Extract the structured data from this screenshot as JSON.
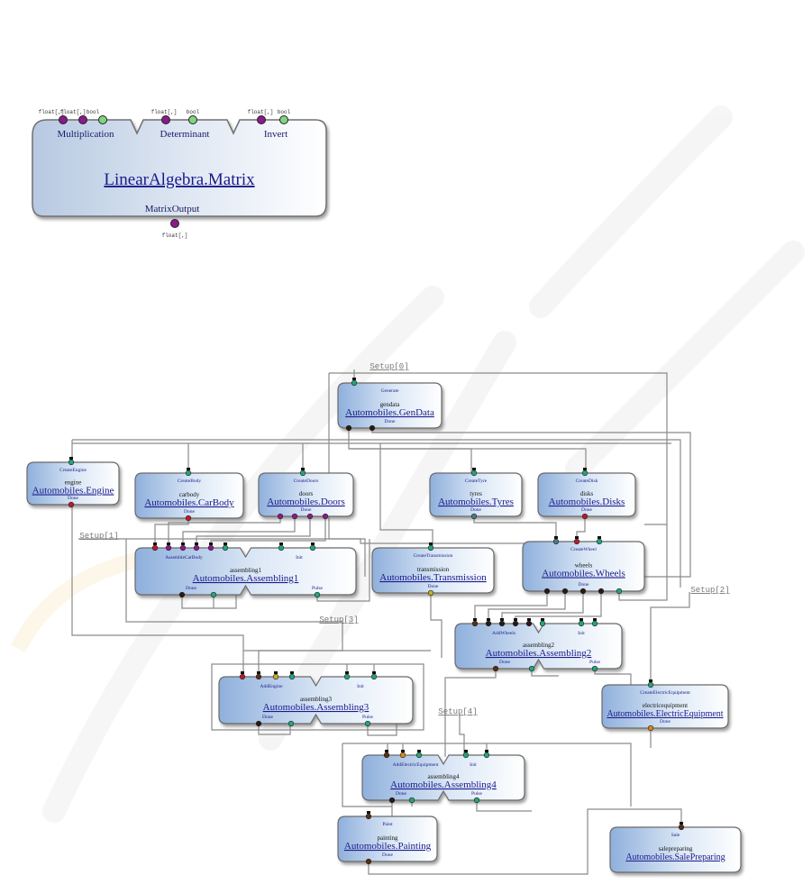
{
  "matrix_block": {
    "title": "LinearAlgebra.Matrix",
    "output_label": "MatrixOutput",
    "output_type": "float[,]",
    "sections": [
      {
        "label": "Multiplication",
        "ports": [
          {
            "type": "float[,]",
            "color": "#8b1a8b"
          },
          {
            "type": "float[,]",
            "color": "#8b1a8b"
          },
          {
            "type": "bool",
            "color": "#7fd67f"
          }
        ]
      },
      {
        "label": "Determinant",
        "ports": [
          {
            "type": "float[,]",
            "color": "#8b1a8b"
          },
          {
            "type": "bool",
            "color": "#7fd67f"
          }
        ]
      },
      {
        "label": "Invert",
        "ports": [
          {
            "type": "float[,]",
            "color": "#8b1a8b"
          },
          {
            "type": "bool",
            "color": "#7fd67f"
          }
        ]
      }
    ]
  },
  "setup_labels": [
    "Setup[0]",
    "Setup[1]",
    "Setup[2]",
    "Setup[3]",
    "Setup[4]"
  ],
  "nodes": [
    {
      "id": "gendata",
      "instance": "gendata",
      "type": "Automobiles.GenData",
      "input": "Generate",
      "output": "Done"
    },
    {
      "id": "engine",
      "instance": "engine",
      "type": "Automobiles.Engine",
      "input": "CreateEngine",
      "output": "Done"
    },
    {
      "id": "carbody",
      "instance": "carbody",
      "type": "Automobiles.CarBody",
      "input": "CreateBody",
      "output": "Done"
    },
    {
      "id": "doors",
      "instance": "doors",
      "type": "Automobiles.Doors",
      "input": "CreateDoors",
      "output": "Done"
    },
    {
      "id": "tyres",
      "instance": "tyres",
      "type": "Automobiles.Tyres",
      "input": "CreateTyre",
      "output": "Done"
    },
    {
      "id": "disks",
      "instance": "disks",
      "type": "Automobiles.Disks",
      "input": "CreateDisk",
      "output": "Done"
    },
    {
      "id": "assembling1",
      "instance": "assembling1",
      "type": "Automobiles.Assembling1",
      "input": "AssembleCarBody",
      "input2": "Init",
      "output": "Done",
      "output2": "Pulse"
    },
    {
      "id": "transmission",
      "instance": "transmission",
      "type": "Automobiles.Transmission",
      "input": "CreateTransmission",
      "output": "Done"
    },
    {
      "id": "wheels",
      "instance": "wheels",
      "type": "Automobiles.Wheels",
      "input": "CreateWheel",
      "output": "Done"
    },
    {
      "id": "assembling2",
      "instance": "assembling2",
      "type": "Automobiles.Assembling2",
      "input": "AddWheels",
      "input2": "Init",
      "output": "Done",
      "output2": "Pulse"
    },
    {
      "id": "assembling3",
      "instance": "assembling3",
      "type": "Automobiles.Assembling3",
      "input": "AddEngine",
      "input2": "Init",
      "output": "Done",
      "output2": "Pulse"
    },
    {
      "id": "electric",
      "instance": "electricequipment",
      "type": "Automobiles.ElectricEquipment",
      "input": "CreateElectricEquipment",
      "output": "Done"
    },
    {
      "id": "assembling4",
      "instance": "assembling4",
      "type": "Automobiles.Assembling4",
      "input": "AddElectricEquipment",
      "input2": "Init",
      "output": "Done",
      "output2": "Pulse"
    },
    {
      "id": "painting",
      "instance": "painting",
      "type": "Automobiles.Painting",
      "input": "Paint",
      "output": "Done"
    },
    {
      "id": "salepreparing",
      "instance": "salepreparing",
      "type": "Automobiles.SalePreparing",
      "input": "Sale",
      "output": ""
    }
  ],
  "colors": {
    "link": "#1a1a8c",
    "port_label": "#1a1a8c",
    "wire": "#8a8a8a",
    "block_left": "#8fb0dc",
    "block_right": "#ffffff",
    "port_green": "#1fa87a",
    "port_purple": "#8b1a8b",
    "port_red": "#c0182a",
    "port_dark": "#2a1a10",
    "port_brown": "#5a2e10",
    "port_yellow": "#c8b020",
    "port_orange": "#d88a10",
    "port_steel": "#4a7a8a"
  }
}
